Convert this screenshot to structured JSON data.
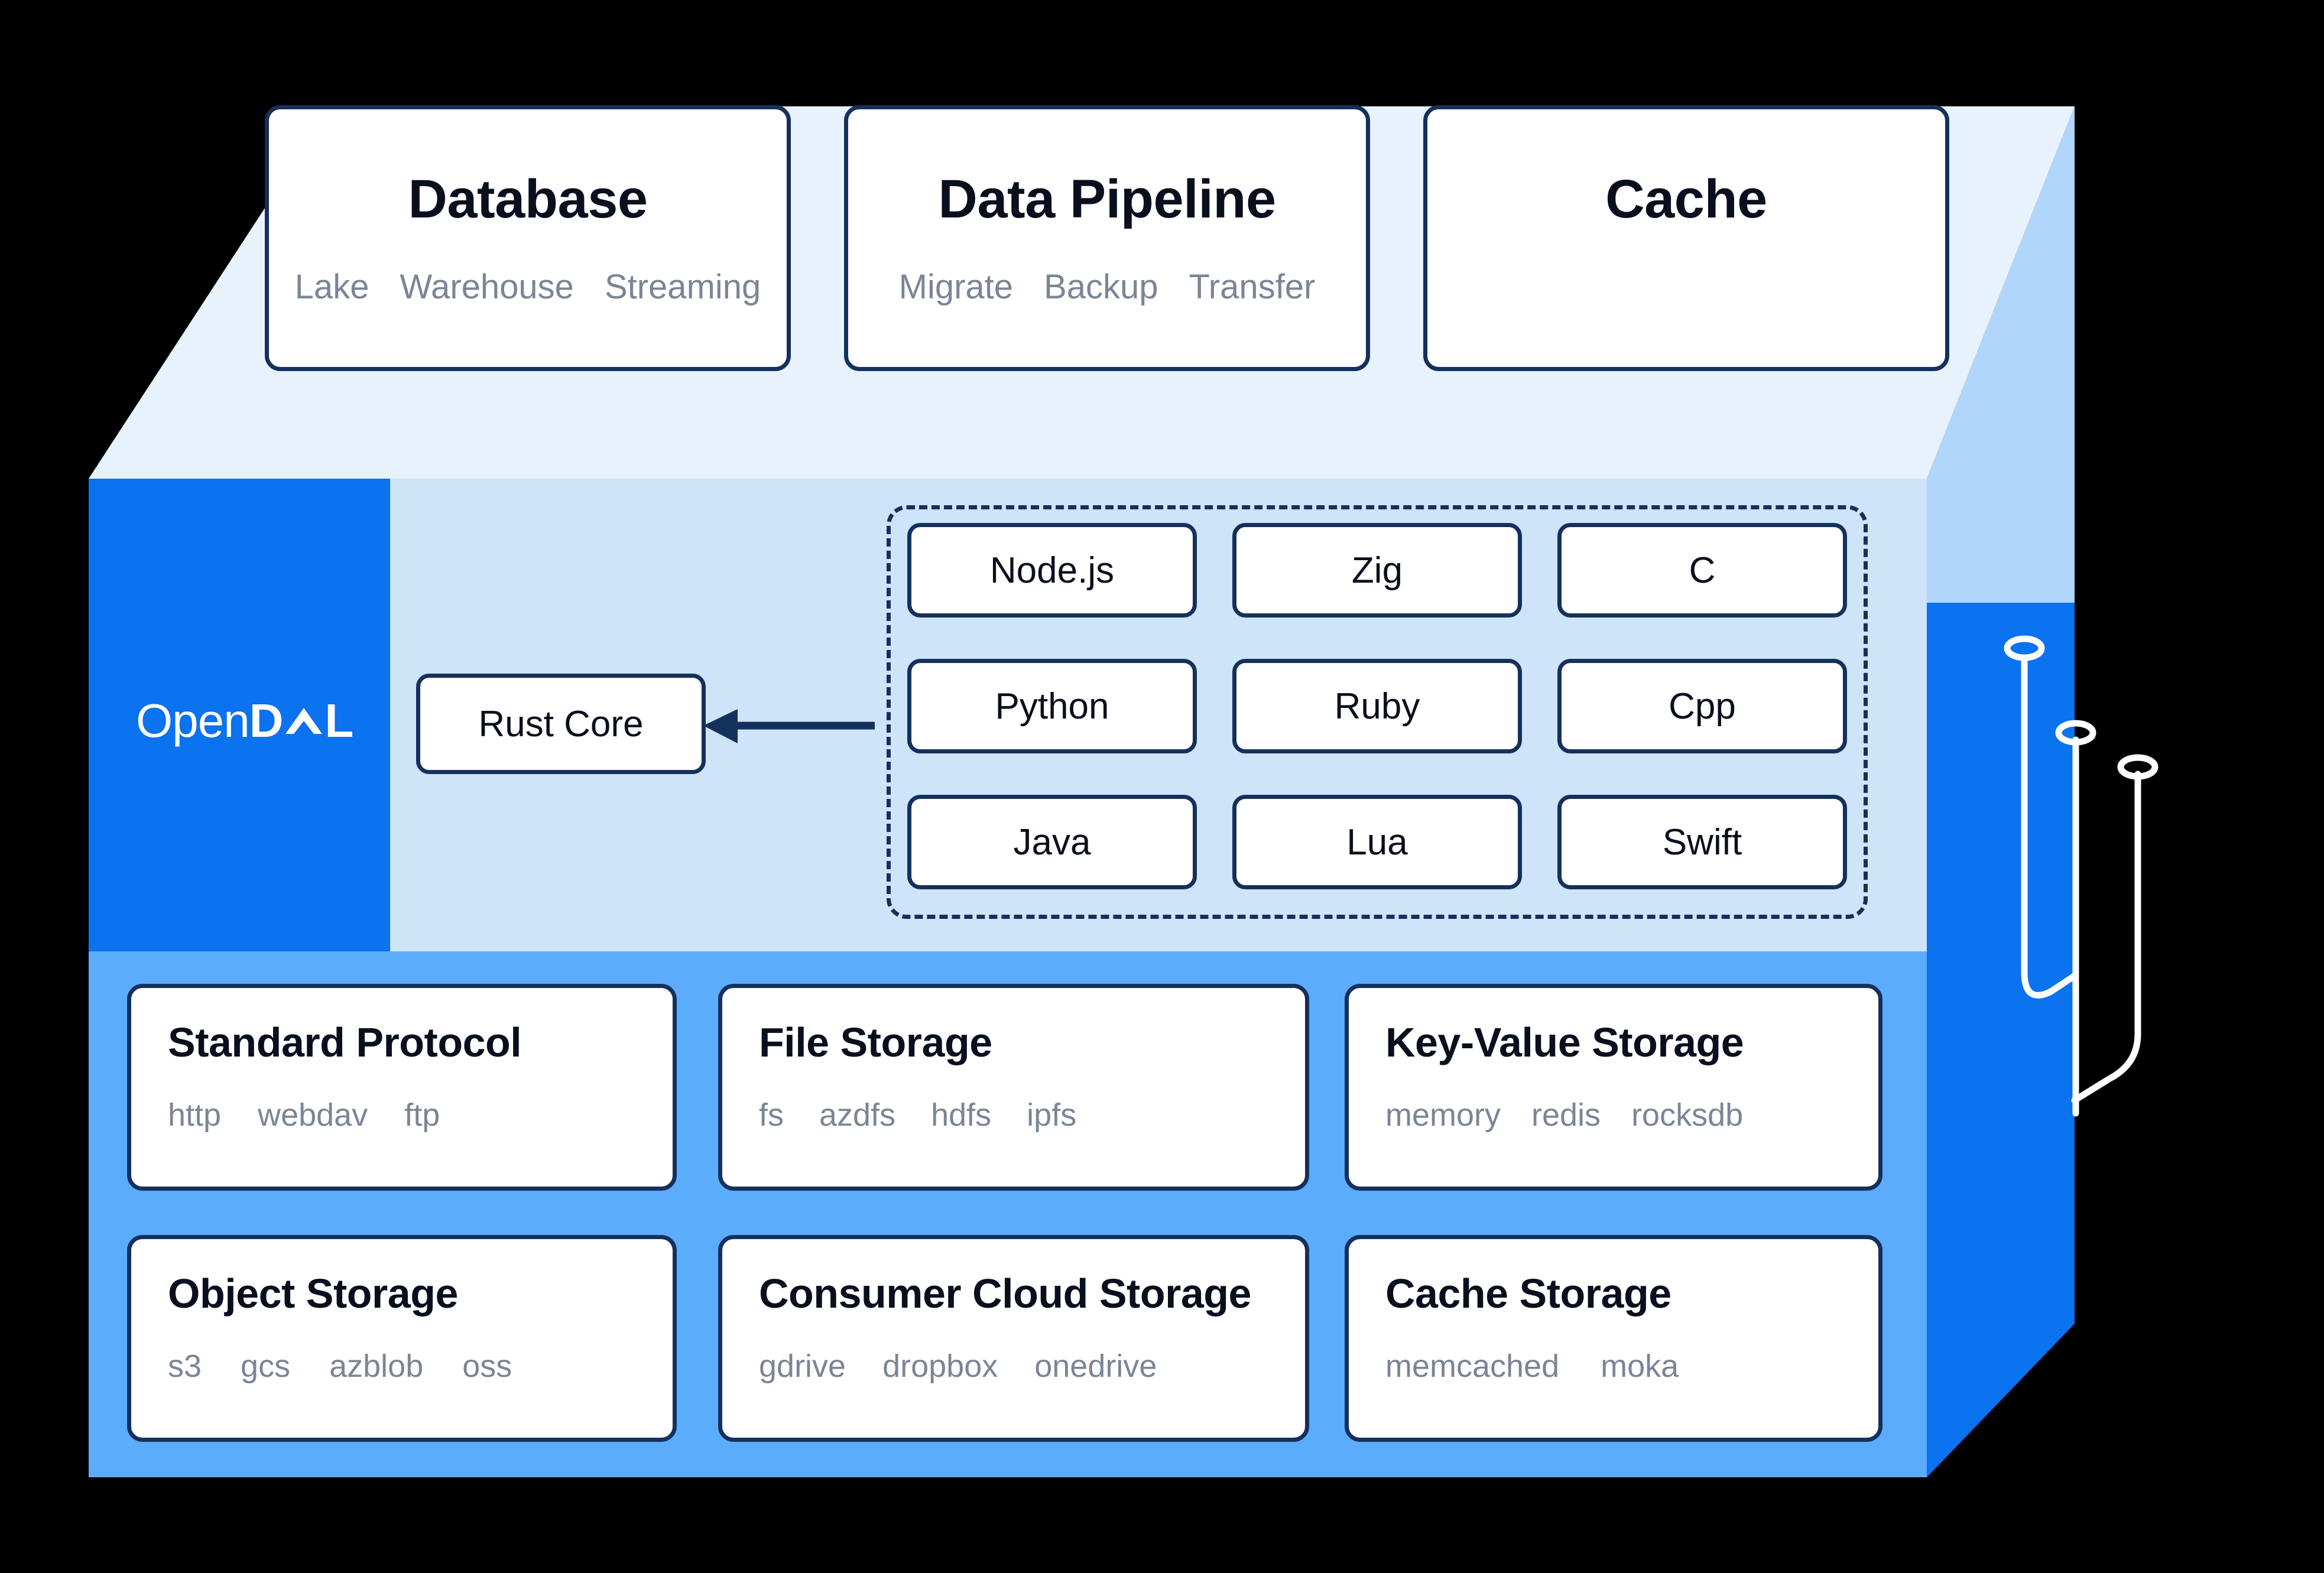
{
  "brand": {
    "name_light": "Open",
    "name_bold_d": "D",
    "name_bold_a": "A",
    "name_bold_l": "L",
    "full_name": "OpenDAL"
  },
  "colors": {
    "brand_blue": "#0b72f0",
    "band_bottom": "#5cacfc",
    "band_middle": "#cee4f8",
    "top_face": "#e8f2fc",
    "right_face_light": "#b1d6fc",
    "right_face_bright": "#0b72f0",
    "border_navy": "#14305c",
    "sub_text": "#7b8596",
    "title_text": "#0a0f1e"
  },
  "use_cases": [
    {
      "title": "Database",
      "items": [
        "Lake",
        "Warehouse",
        "Streaming"
      ]
    },
    {
      "title": "Data Pipeline",
      "items": [
        "Migrate",
        "Backup",
        "Transfer"
      ]
    },
    {
      "title": "Cache",
      "items": []
    }
  ],
  "core": {
    "label": "Rust Core",
    "arrow_direction": "left"
  },
  "bindings": [
    "Node.js",
    "Zig",
    "C",
    "Python",
    "Ruby",
    "Cpp",
    "Java",
    "Lua",
    "Swift"
  ],
  "services": [
    {
      "title": "Standard Protocol",
      "items": [
        "http",
        "webdav",
        "ftp"
      ]
    },
    {
      "title": "File Storage",
      "items": [
        "fs",
        "azdfs",
        "hdfs",
        "ipfs"
      ]
    },
    {
      "title": "Key-Value Storage",
      "items": [
        "memory",
        "redis",
        "rocksdb"
      ]
    },
    {
      "title": "Object Storage",
      "items": [
        "s3",
        "gcs",
        "azblob",
        "oss"
      ]
    },
    {
      "title": "Consumer Cloud Storage",
      "items": [
        "gdrive",
        "dropbox",
        "onedrive"
      ]
    },
    {
      "title": "Cache Storage",
      "items": [
        "memcached",
        "moka"
      ]
    }
  ],
  "decoration": {
    "circuit_traces": 3,
    "filled_node_index": 0
  }
}
